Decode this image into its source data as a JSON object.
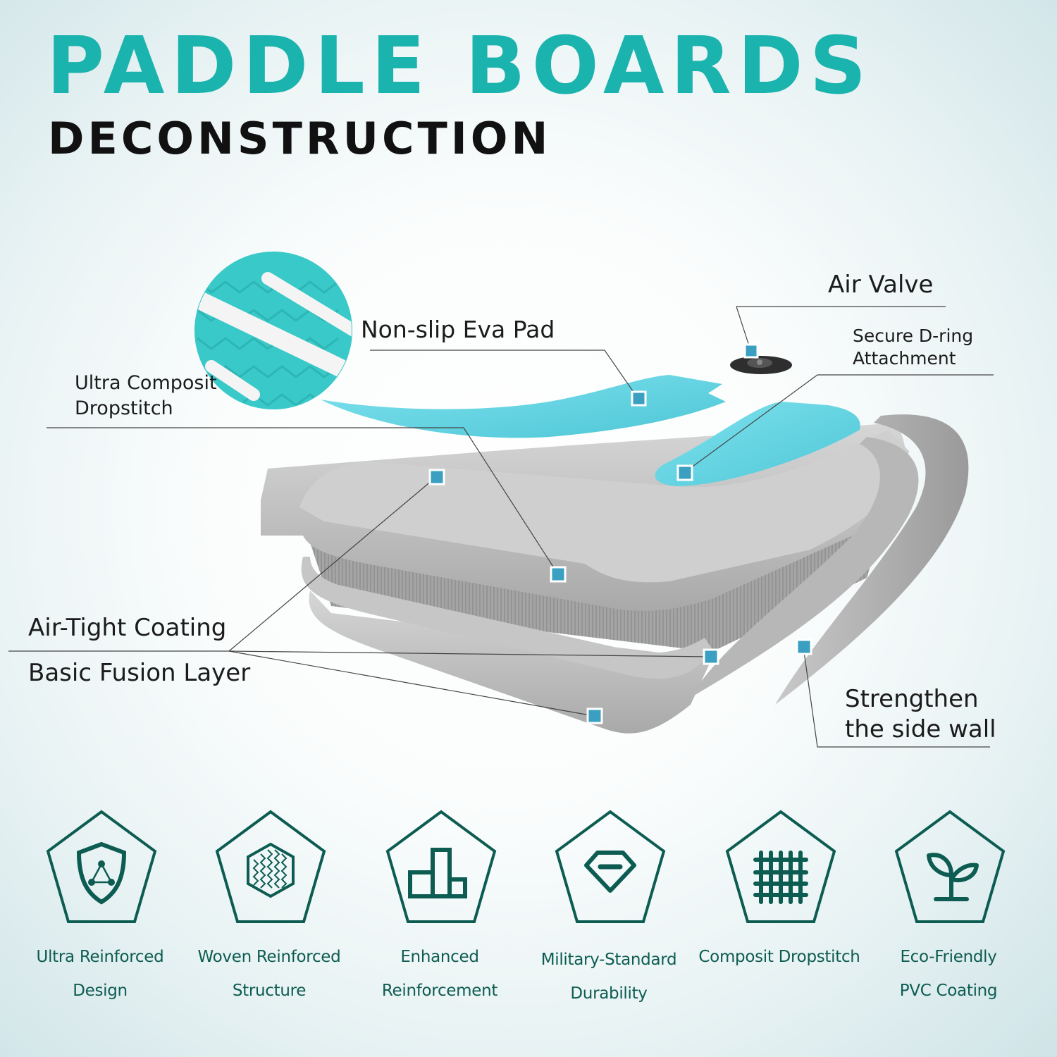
{
  "header": {
    "title": "PADDLE BOARDS",
    "subtitle": "DECONSTRUCTION"
  },
  "callouts": {
    "non_slip_eva_pad": "Non-slip Eva Pad",
    "ultra_composit_line1": "Ultra Composit",
    "ultra_composit_line2": "Dropstitch",
    "air_valve": "Air Valve",
    "d_ring_line1": "Secure D-ring",
    "d_ring_line2": "Attachment",
    "air_tight_coating": "Air-Tight Coating",
    "basic_fusion_layer": "Basic Fusion Layer",
    "side_wall_line1": "Strengthen",
    "side_wall_line2": "the side wall"
  },
  "features": [
    {
      "icon": "shield-icon",
      "line1": "Ultra Reinforced",
      "line2": "Design"
    },
    {
      "icon": "hexagon-weave-icon",
      "line1": "Woven Reinforced",
      "line2": "Structure"
    },
    {
      "icon": "podium-icon",
      "line1": "Enhanced",
      "line2": "Reinforcement"
    },
    {
      "icon": "diamond-icon",
      "line1": "Military-Standard",
      "line2": "Durability"
    },
    {
      "icon": "grid-icon",
      "line1": "Composit Dropstitch",
      "line2": ""
    },
    {
      "icon": "sprout-icon",
      "line1": "Eco-Friendly",
      "line2": "PVC Coating"
    }
  ],
  "colors": {
    "accent": "#1bb3ad",
    "icon": "#0d5c52",
    "eva_pad": "#5fd3e0",
    "board_gray": "#bcbcbc",
    "marker": "#3a9fc1"
  }
}
